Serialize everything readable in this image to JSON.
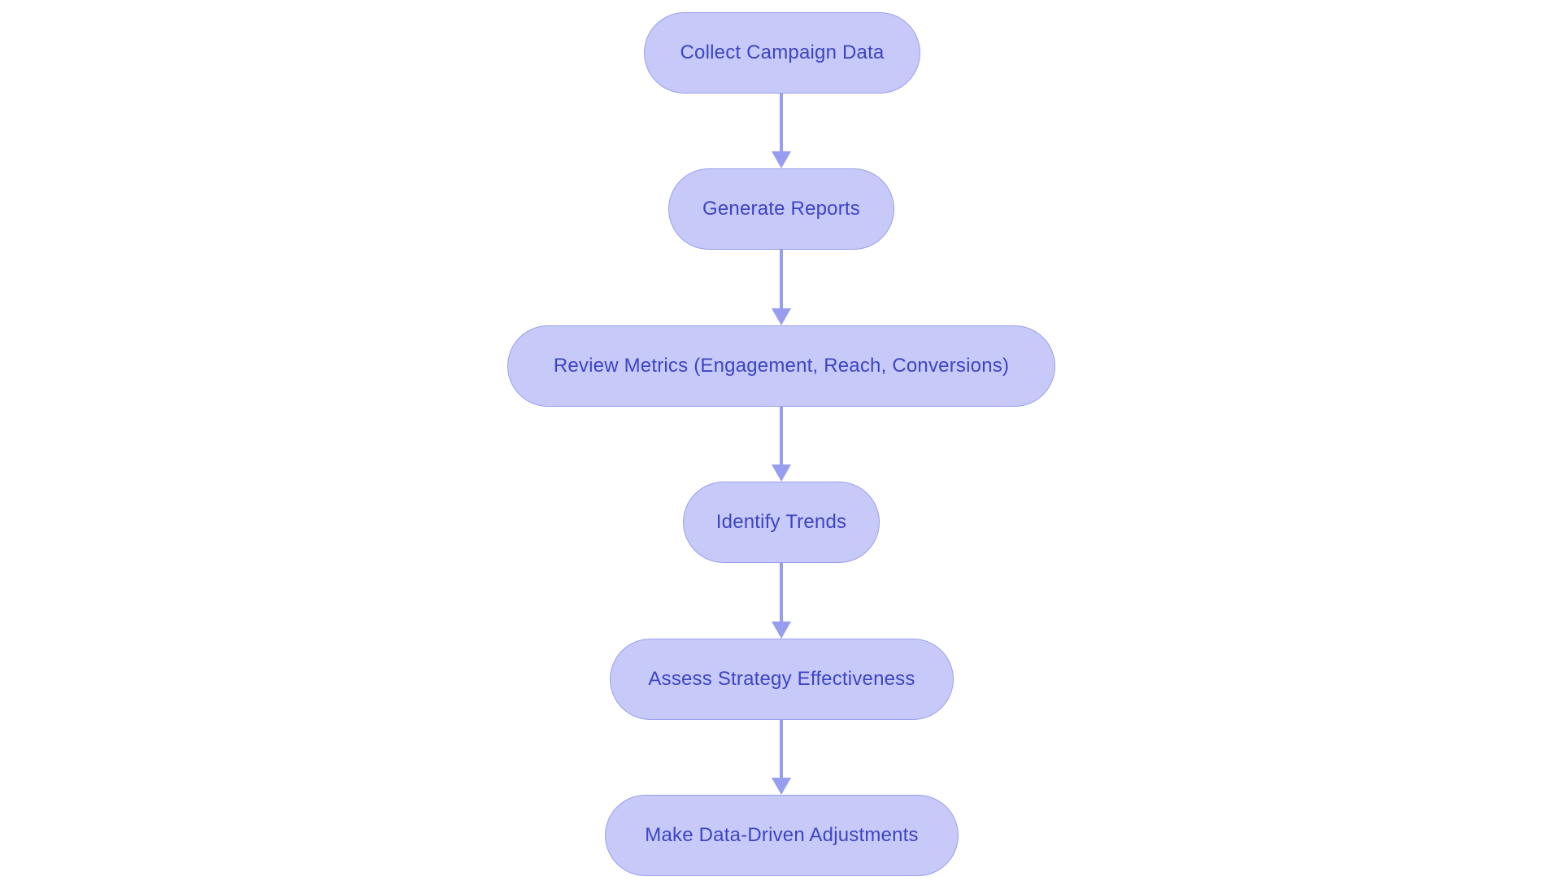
{
  "diagram": {
    "type": "flowchart",
    "direction": "top-down",
    "colors": {
      "background": "#ffffff",
      "node_fill": "#c7caf8",
      "node_border": "#99a0ee",
      "node_text": "#3d44c4",
      "arrow": "#979ef0"
    },
    "nodes": [
      {
        "id": "collect-campaign-data",
        "label": "Collect Campaign Data"
      },
      {
        "id": "generate-reports",
        "label": "Generate Reports"
      },
      {
        "id": "review-metrics",
        "label": "Review Metrics (Engagement, Reach, Conversions)"
      },
      {
        "id": "identify-trends",
        "label": "Identify Trends"
      },
      {
        "id": "assess-strategy-effectiveness",
        "label": "Assess Strategy Effectiveness"
      },
      {
        "id": "make-data-driven-adjustments",
        "label": "Make Data-Driven Adjustments"
      }
    ],
    "edges": [
      {
        "from": "collect-campaign-data",
        "to": "generate-reports"
      },
      {
        "from": "generate-reports",
        "to": "review-metrics"
      },
      {
        "from": "review-metrics",
        "to": "identify-trends"
      },
      {
        "from": "identify-trends",
        "to": "assess-strategy-effectiveness"
      },
      {
        "from": "assess-strategy-effectiveness",
        "to": "make-data-driven-adjustments"
      }
    ]
  }
}
